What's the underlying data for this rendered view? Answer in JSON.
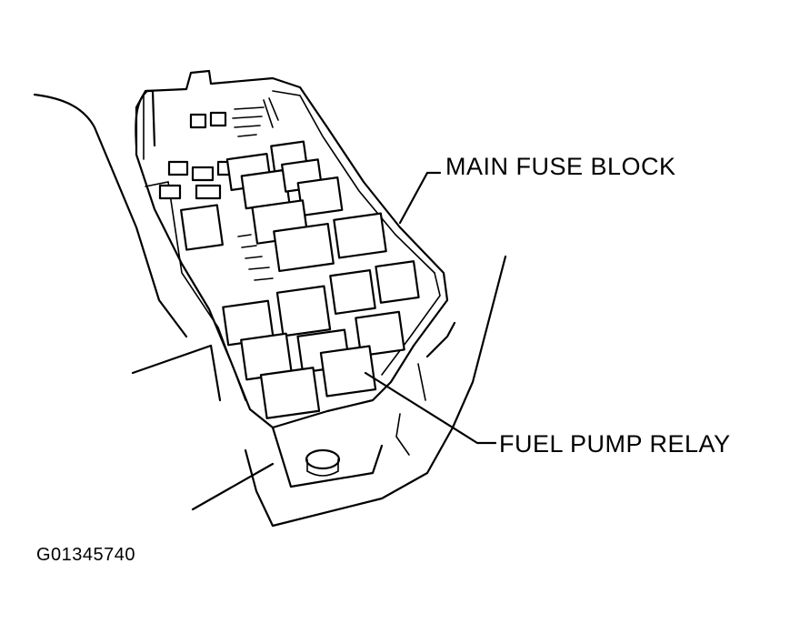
{
  "labels": {
    "main_fuse_block": "MAIN FUSE BLOCK",
    "fuel_pump_relay": "FUEL PUMP RELAY",
    "figure_code": "G01345740"
  },
  "colors": {
    "ink": "#000000",
    "background": "#ffffff"
  }
}
